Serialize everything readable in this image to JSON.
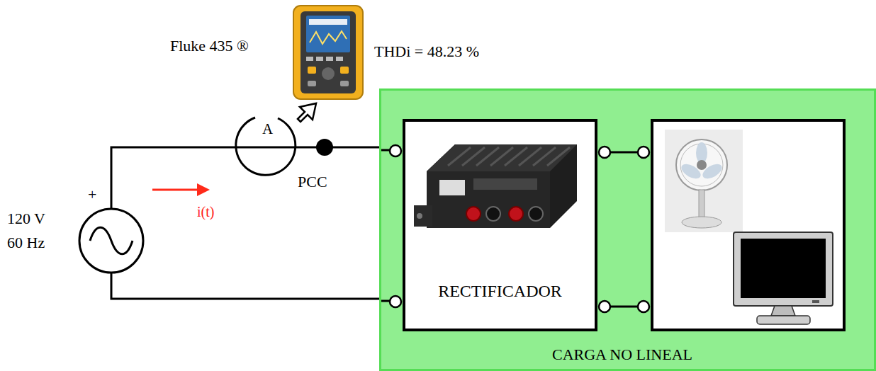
{
  "diagram": {
    "nodes": [
      {
        "text": [
          "CARGA NO LINEAL"
        ]
      },
      {
        "text": [
          "RECTIFICADOR"
        ],
        "in": 0
      }
    ],
    "labels": [
      "Fluke 435 ®",
      "THDi = 48.23 %",
      "+",
      "120 V",
      "60 Hz",
      "A",
      "PCC",
      "i(t)"
    ]
  }
}
